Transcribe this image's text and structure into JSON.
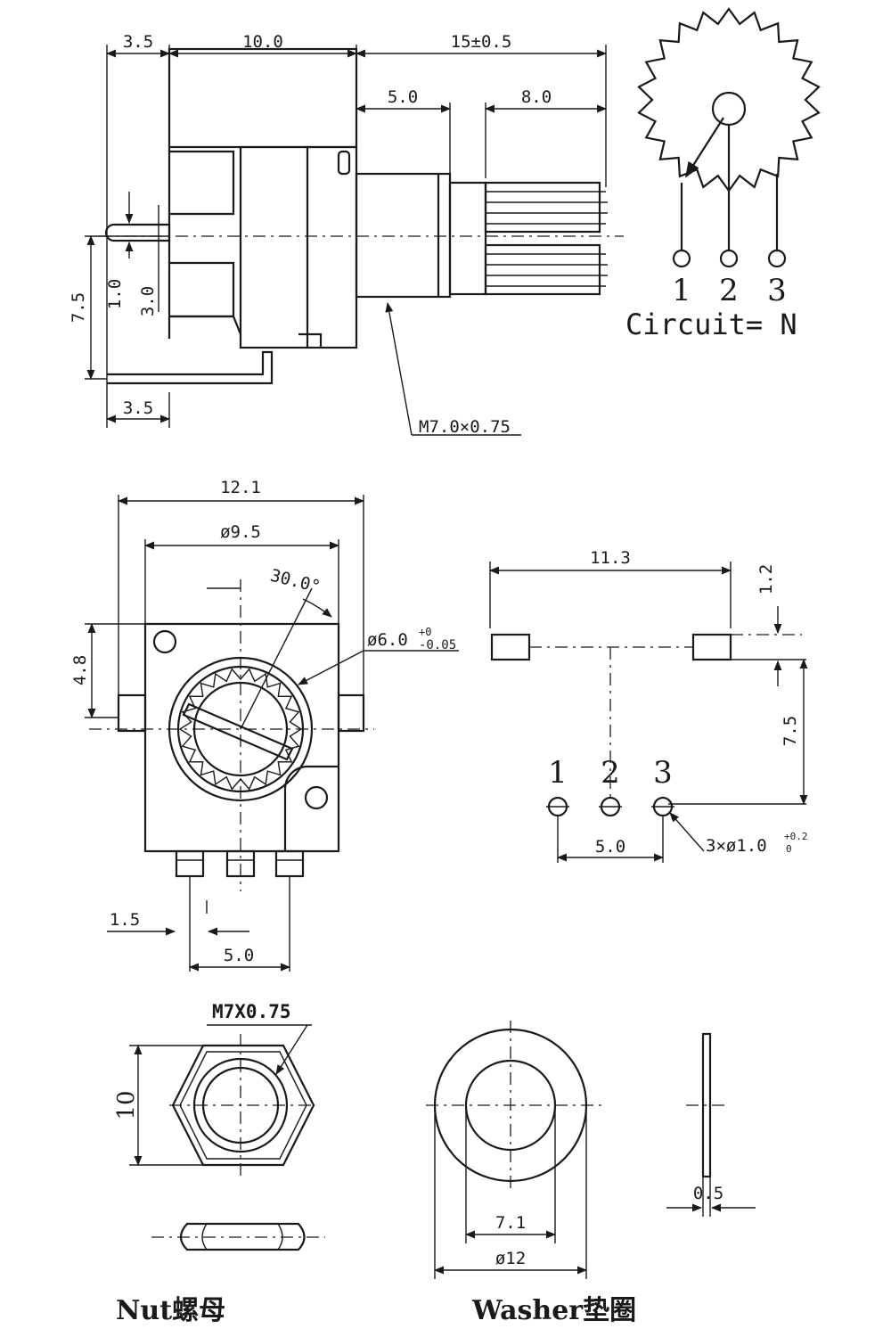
{
  "side_view": {
    "dims": {
      "pin_offset": "3.5",
      "body_length": "10.0",
      "shaft_length": "15±0.5",
      "bushing_length": "5.0",
      "knurl_length": "8.0",
      "pin_width": "1.0",
      "pin_gap": "3.0",
      "total_height": "7.5",
      "bottom_pin_offset": "3.5"
    },
    "thread_label": "M7.0×0.75"
  },
  "circuit": {
    "pin_labels": [
      "1",
      "2",
      "3"
    ],
    "label": "Circuit= N"
  },
  "front_view": {
    "dims": {
      "width": "12.1",
      "bore_diameter": "ø9.5",
      "angle": "30.0°",
      "shaft_diameter": "ø6.0",
      "shaft_tol_upper": "+0",
      "shaft_tol_lower": "-0.05",
      "height_offset": "4.8",
      "pin_offset": "1.5",
      "pin_pitch": "5.0"
    }
  },
  "footprint": {
    "dims": {
      "tab_spacing": "11.3",
      "tab_height": "1.2",
      "row_offset": "7.5",
      "pin_pitch": "5.0",
      "hole_spec": "3×ø1.0",
      "hole_tol_upper": "+0.2",
      "hole_tol_lower": "0"
    },
    "pin_labels": [
      "1",
      "2",
      "3"
    ]
  },
  "nut": {
    "thread": "M7X0.75",
    "width_across_flats": "10",
    "caption": "Nut螺母"
  },
  "washer": {
    "inner_diameter": "7.1",
    "outer_diameter": "ø12",
    "thickness": "0.5",
    "caption": "Washer垫圈"
  }
}
